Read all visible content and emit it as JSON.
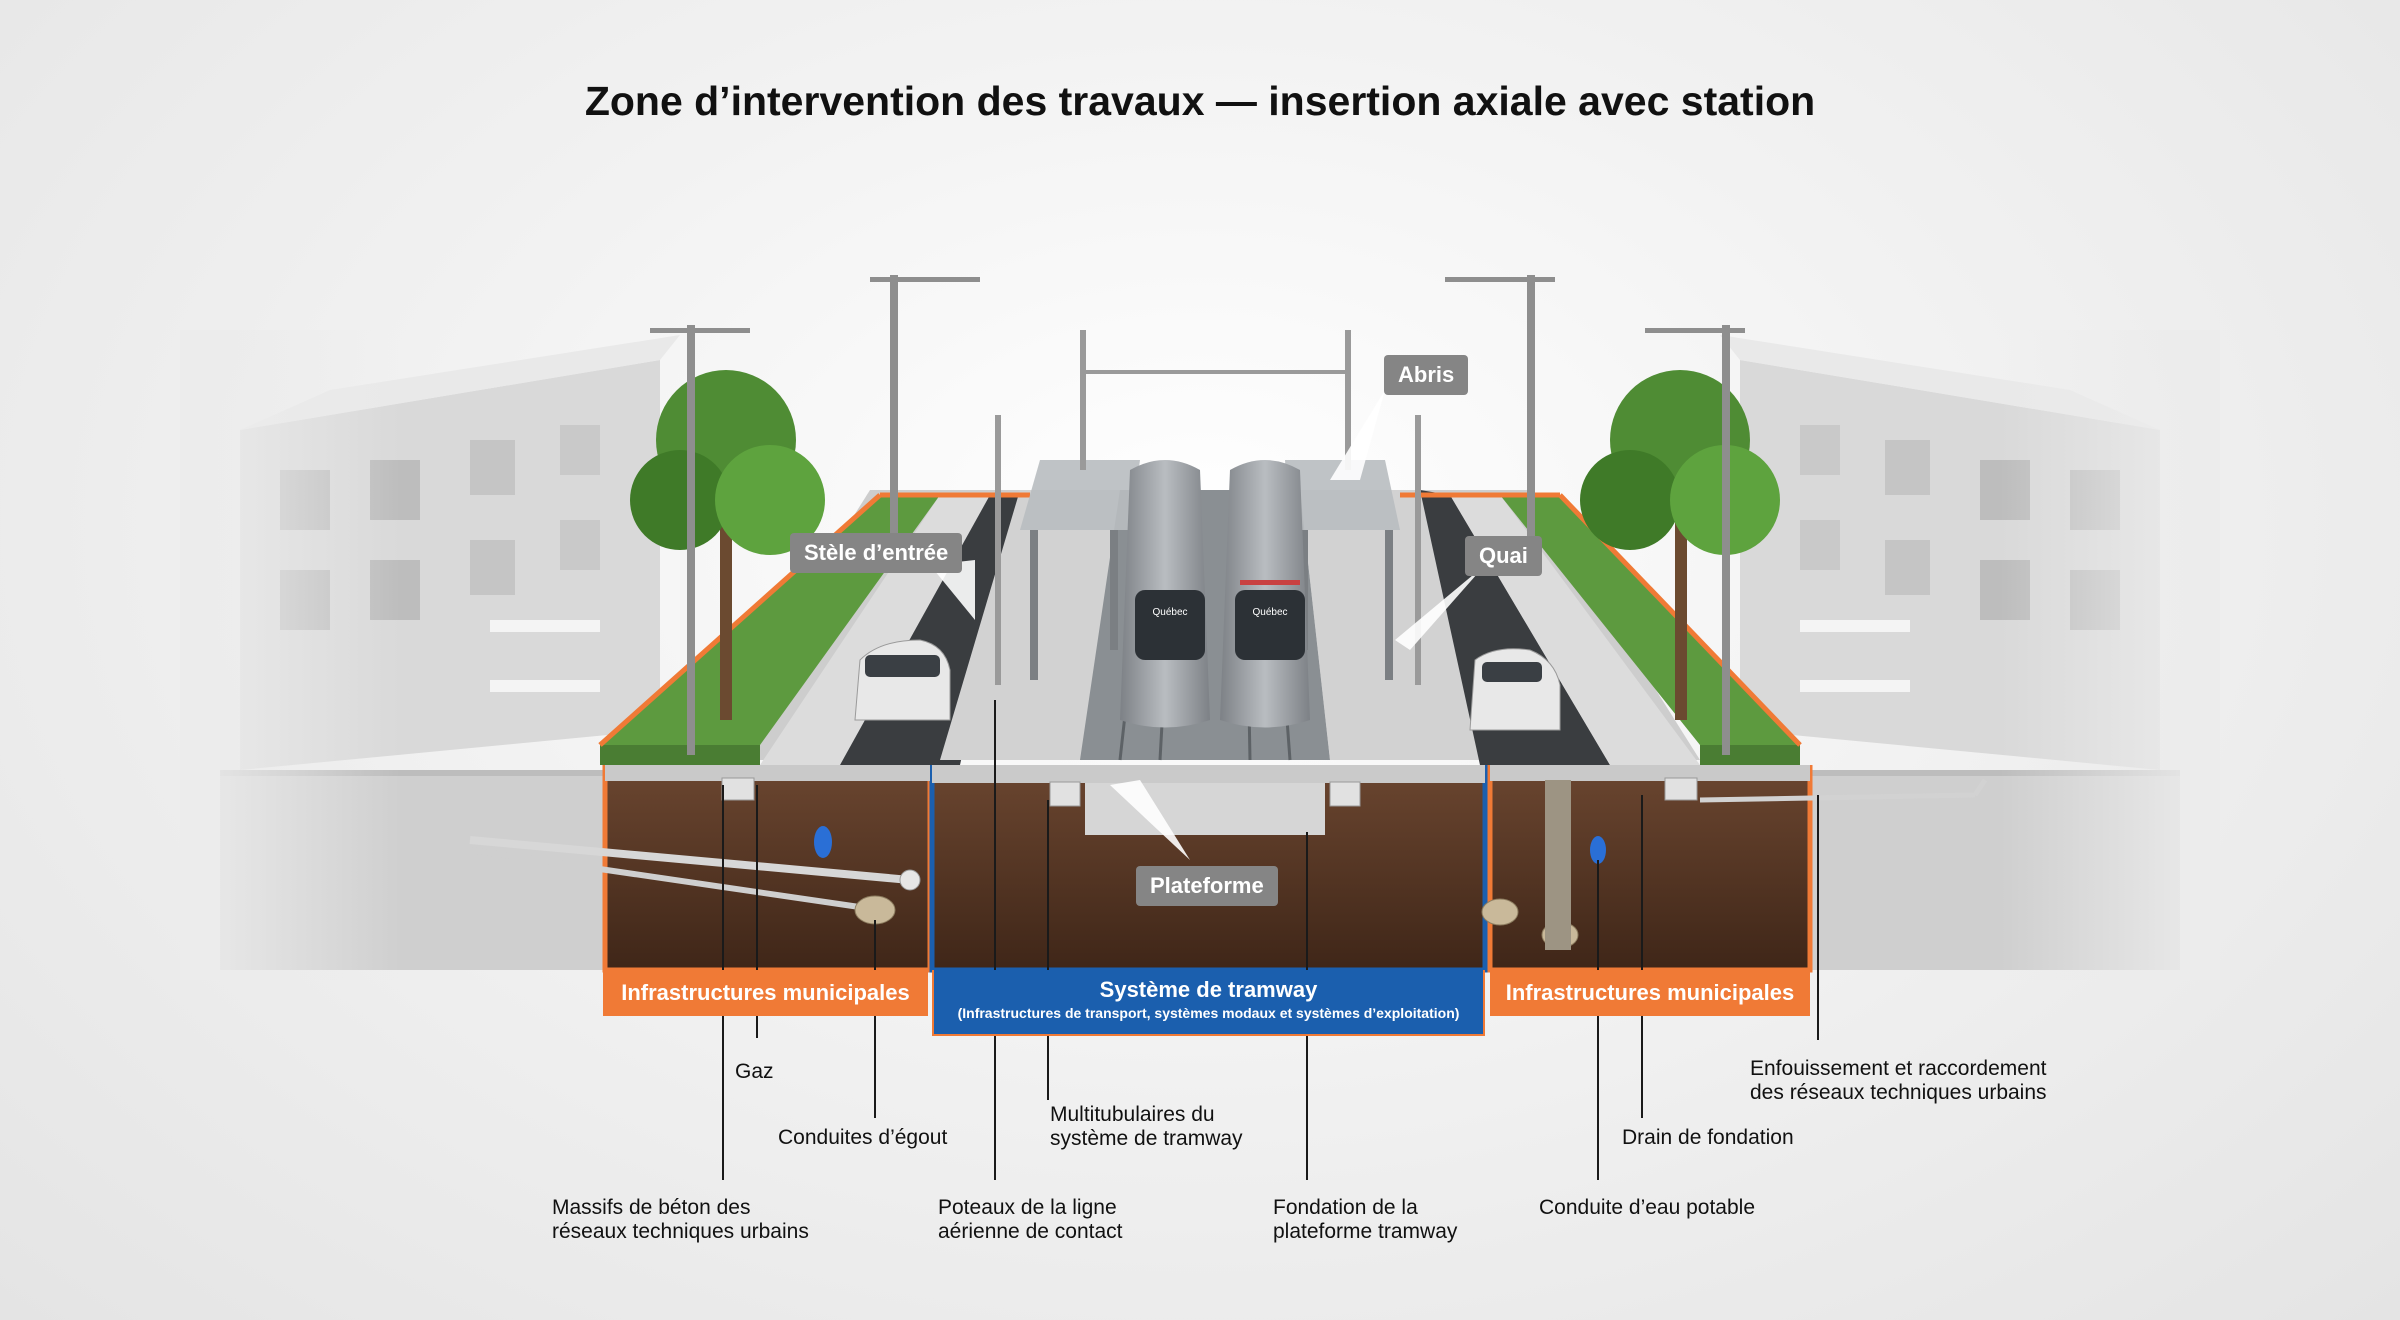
{
  "title": "Zone d’intervention des travaux — insertion axiale avec station",
  "callouts": {
    "abris": "Abris",
    "stele": "Stèle d’entrée",
    "quai": "Quai",
    "plateforme": "Plateforme"
  },
  "tram_branding": "Québec",
  "bands": {
    "municipal_left": "Infrastructures municipales",
    "tramway": "Système de tramway",
    "tramway_sub": "(Infrastructures de transport, systèmes modaux et systèmes d’exploitation)",
    "municipal_right": "Infrastructures municipales"
  },
  "labels": {
    "gaz": "Gaz",
    "egout": "Conduites d’égout",
    "massifs_1": "Massifs de béton des",
    "massifs_2": "réseaux techniques urbains",
    "multitub_1": "Multitubulaires du",
    "multitub_2": "système de tramway",
    "poteaux_1": "Poteaux de la ligne",
    "poteaux_2": "aérienne de contact",
    "fondation_1": "Fondation de la",
    "fondation_2": "plateforme tramway",
    "eau": "Conduite d’eau potable",
    "drain": "Drain de fondation",
    "enfouissement_1": "Enfouissement et raccordement",
    "enfouissement_2": "des réseaux techniques urbains"
  },
  "colors": {
    "municipal_orange": "#f07a36",
    "tramway_blue": "#1b5fae",
    "callout_gray": "#858585",
    "grass_green": "#5d9a3f",
    "soil_brown": "#5b3a26"
  }
}
